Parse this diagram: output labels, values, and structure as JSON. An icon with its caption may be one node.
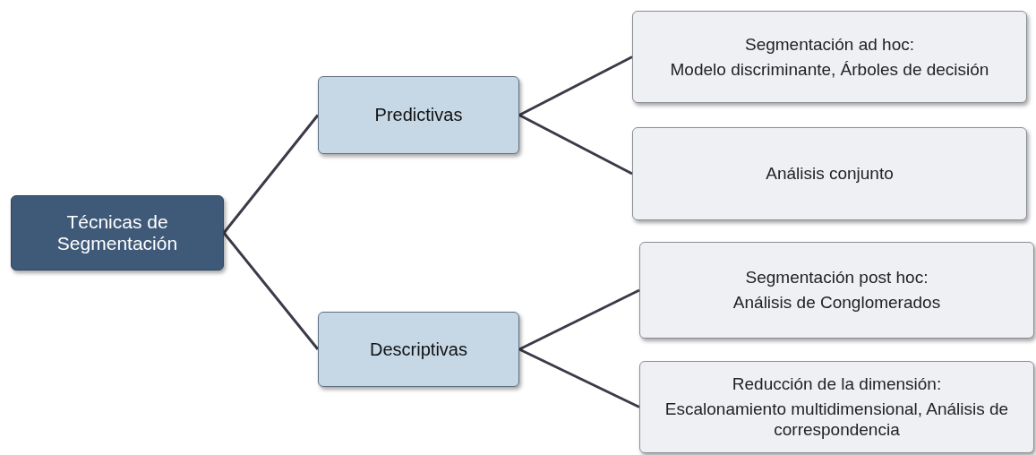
{
  "diagram": {
    "nodes": [
      {
        "text": [
          "Técnicas de Segmentación"
        ]
      },
      {
        "text": [
          "Predictivas"
        ]
      },
      {
        "text": [
          "Descriptivas"
        ]
      },
      {
        "text": [
          "Segmentación ad hoc:",
          "Modelo discriminante, Árboles de decisión"
        ]
      },
      {
        "text": [
          "Análisis conjunto"
        ]
      },
      {
        "text": [
          "Segmentación post hoc:",
          "Análisis de Conglomerados"
        ]
      },
      {
        "text": [
          "Reducción de la dimensión:",
          "Escalonamiento multidimensional, Análisis de correspondencia"
        ]
      }
    ],
    "edges": [
      {
        "from": 0,
        "to": 1,
        "arrow": "none"
      },
      {
        "from": 0,
        "to": 2,
        "arrow": "none"
      },
      {
        "from": 1,
        "to": 3,
        "arrow": "none"
      },
      {
        "from": 1,
        "to": 4,
        "arrow": "none"
      },
      {
        "from": 2,
        "to": 5,
        "arrow": "none"
      },
      {
        "from": 2,
        "to": 6,
        "arrow": "none"
      }
    ]
  }
}
